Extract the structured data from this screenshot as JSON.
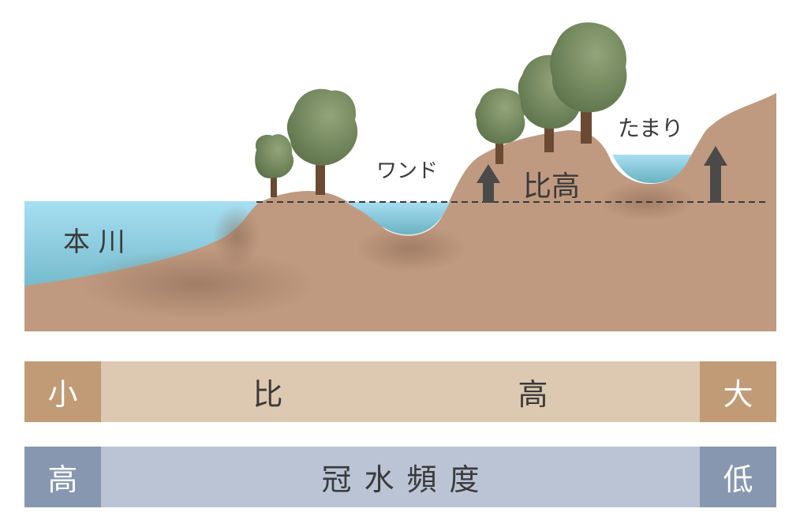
{
  "labels": {
    "main_river": "本 川",
    "wando": "ワンド",
    "tamari": "たまり",
    "relative_height": "比高"
  },
  "height_bar": {
    "left": "小",
    "center": "比　高",
    "right": "大"
  },
  "flood_bar": {
    "left": "高",
    "center": "冠水頻度",
    "right": "低"
  },
  "colors": {
    "water": "#9fd8ee",
    "water_deep": "#6fb6c6",
    "ground": "#bf9a80",
    "ground_shadow": "#a07a62",
    "tree": "#71855a",
    "trunk": "#6b4a34",
    "arrow": "#4a4a4a",
    "height_bar_end": "#c09b75",
    "height_bar_mid": "#ddc9b1",
    "flood_bar_end": "#8797b0",
    "flood_bar_mid": "#bac4d5"
  }
}
